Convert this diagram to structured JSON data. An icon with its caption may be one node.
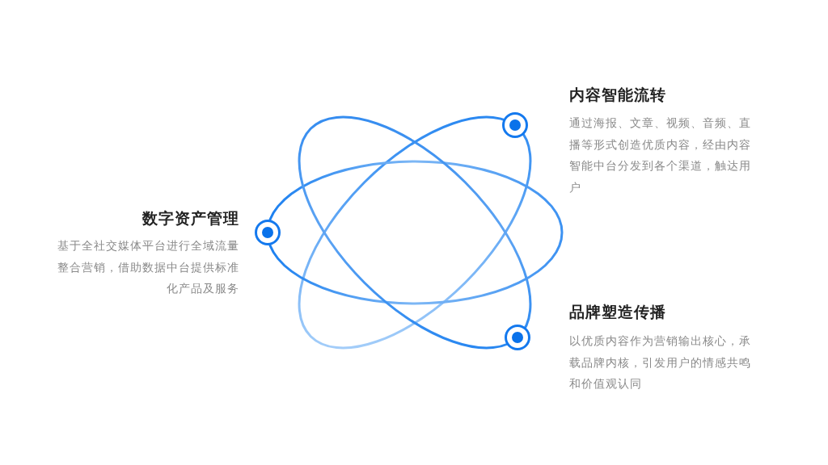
{
  "diagram": {
    "labels": [
      "内容智能流转",
      "通过海报、文章、视频、音频、直播等形式创造优质内容，经由内容智能中台分发到各个渠道，触达用户",
      "数字资产管理",
      "基于全社交媒体平台进行全域流量整合营销，借助数据中台提供标准化产品及服务",
      "品牌塑造传播",
      "以优质内容作为营销输出核心，承载品牌内核，引发用户的情感共鸣和价值观认同"
    ]
  }
}
